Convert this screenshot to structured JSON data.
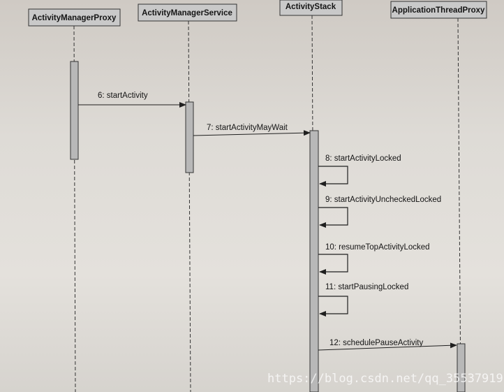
{
  "diagram": {
    "participants": [
      {
        "id": "amp",
        "name": "ActivityManagerProxy"
      },
      {
        "id": "ams",
        "name": "ActivityManagerService"
      },
      {
        "id": "as",
        "name": "ActivityStack"
      },
      {
        "id": "atp",
        "name": "ApplicationThreadProxy"
      }
    ],
    "messages": [
      {
        "label": "6: startActivity",
        "from": "amp",
        "to": "ams"
      },
      {
        "label": "7: startActivityMayWait",
        "from": "ams",
        "to": "as"
      },
      {
        "label": "8: startActivityLocked",
        "from": "as",
        "to": "as"
      },
      {
        "label": "9: startActivityUncheckedLocked",
        "from": "as",
        "to": "as"
      },
      {
        "label": "10: resumeTopActivityLocked",
        "from": "as",
        "to": "as"
      },
      {
        "label": "11: startPausingLocked",
        "from": "as",
        "to": "as"
      },
      {
        "label": "12: schedulePauseActivity",
        "from": "as",
        "to": "atp"
      }
    ]
  },
  "watermark": {
    "text": "https://blog.csdn.net/qq_35537919"
  },
  "colors": {
    "box": "#c9c9c9",
    "activation": "#b8b8b8",
    "line": "#2a2a2a"
  }
}
